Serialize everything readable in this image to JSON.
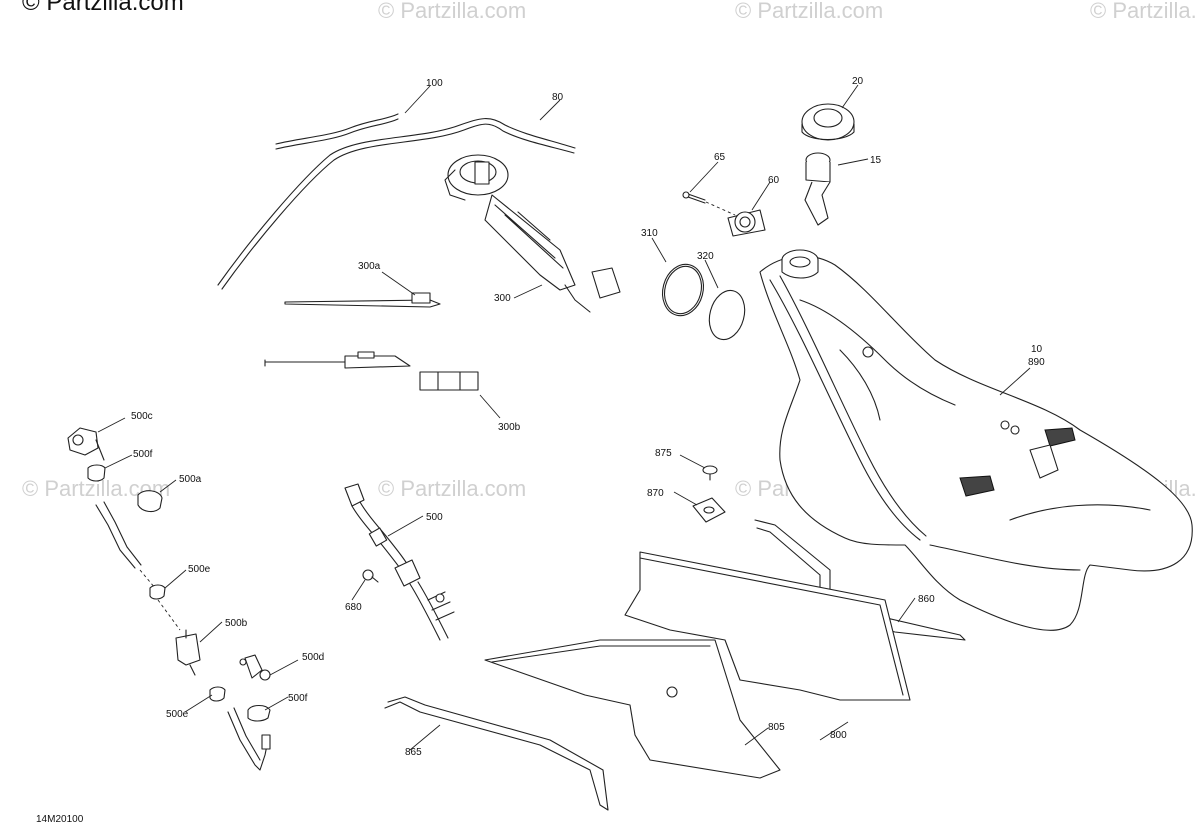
{
  "watermark": {
    "main": "© Partzilla.com",
    "repeat": "© Partzilla.com"
  },
  "diagram_code": "14M20100",
  "callouts": {
    "c100": "100",
    "c80": "80",
    "c20": "20",
    "c15": "15",
    "c65": "65",
    "c60": "60",
    "c310": "310",
    "c320": "320",
    "c300a": "300a",
    "c300": "300",
    "c300b": "300b",
    "c10": "10",
    "c890": "890",
    "c500c": "500c",
    "c500f_top": "500f",
    "c500a": "500a",
    "c500e_top": "500e",
    "c500b": "500b",
    "c500d": "500d",
    "c500e_bottom": "500e",
    "c500f_bottom": "500f",
    "c500": "500",
    "c680": "680",
    "c875": "875",
    "c870": "870",
    "c860": "860",
    "c865": "865",
    "c805": "805",
    "c800": "800"
  }
}
